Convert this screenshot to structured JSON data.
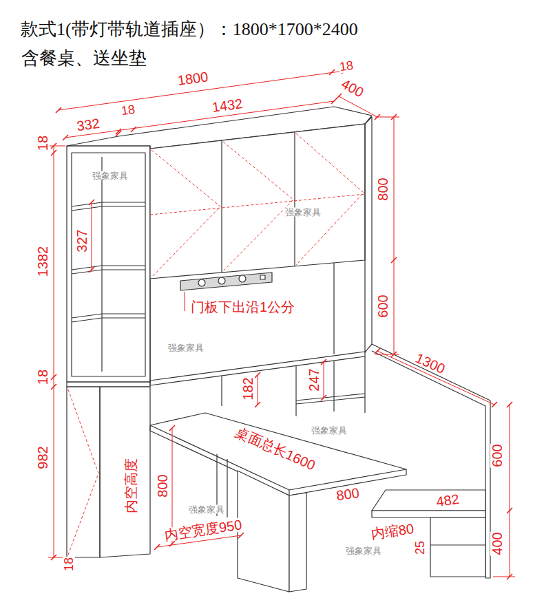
{
  "diagram": {
    "title": "款式1(带灯带轨道插座）：1800*1700*2400",
    "labels": [
      "含餐桌、送坐垫",
      "1800",
      "18",
      "400",
      "332",
      "18",
      "1432",
      "18",
      "1382",
      "327",
      "800",
      "门板下出沿1公分",
      "600",
      "18",
      "982",
      "182",
      "247",
      "1300",
      "桌面总长1600",
      "800",
      "600",
      "内空高度",
      "800",
      "482",
      "内缩80",
      "25",
      "400",
      "内空宽度950",
      "18",
      "强象家具",
      "强象家具",
      "强象家具",
      "强象家具",
      "强象家具",
      "强象家具"
    ]
  }
}
